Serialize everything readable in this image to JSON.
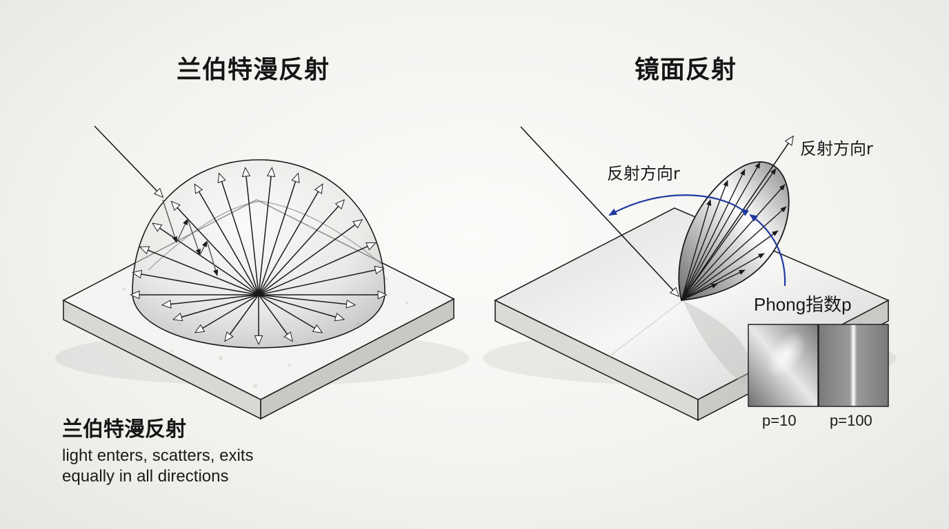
{
  "titles": {
    "left": "兰伯特漫反射",
    "right": "镜面反射"
  },
  "caption": {
    "heading": "兰伯特漫反射",
    "line1": "light enters, scatters, exits",
    "line2": "equally in all directions"
  },
  "labels": {
    "reflection_left": "反射方向r",
    "reflection_top": "反射方向r",
    "phong": "Phong指数p",
    "p10": "p=10",
    "p100": "p=100"
  },
  "colors": {
    "arc_blue": "#1e3a9e",
    "line": "#1a1a1a"
  }
}
